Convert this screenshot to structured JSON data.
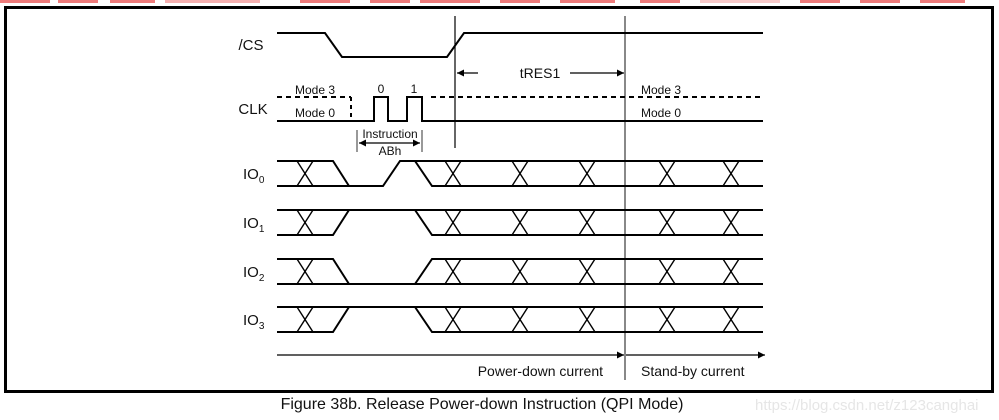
{
  "figure": {
    "caption": "Figure 38b. Release Power-down Instruction (QPI Mode)",
    "watermark": "https://blog.csdn.net/z123canghai"
  },
  "signals": {
    "cs": "/CS",
    "clk": "CLK",
    "io": [
      {
        "base": "IO",
        "sub": "0"
      },
      {
        "base": "IO",
        "sub": "1"
      },
      {
        "base": "IO",
        "sub": "2"
      },
      {
        "base": "IO",
        "sub": "3"
      }
    ]
  },
  "clock": {
    "mode3_left": "Mode 3",
    "mode0_left": "Mode 0",
    "mode3_right": "Mode 3",
    "mode0_right": "Mode 0",
    "pulse_labels": [
      "0",
      "1"
    ]
  },
  "instruction": {
    "label": "Instruction",
    "opcode": "ABh"
  },
  "timing": {
    "tres1": "tRES1"
  },
  "current": {
    "power_down": "Power-down current",
    "standby": "Stand-by current"
  }
}
